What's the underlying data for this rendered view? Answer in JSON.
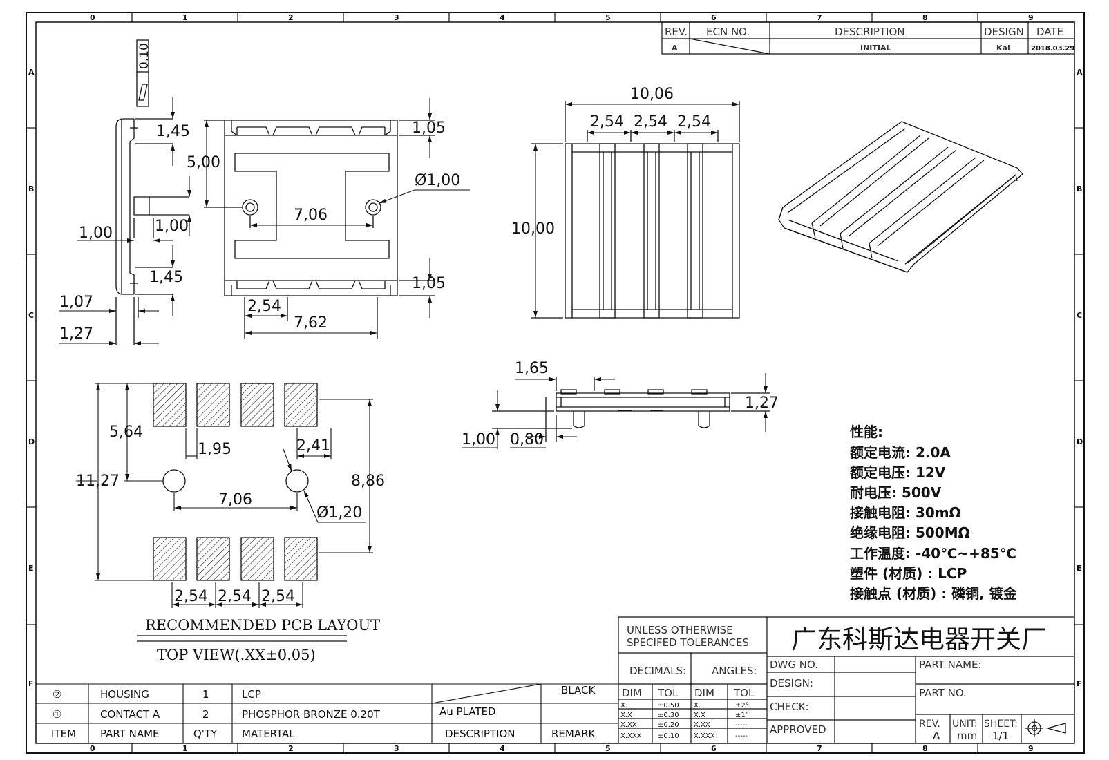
{
  "grid": {
    "columns": [
      "0",
      "1",
      "2",
      "3",
      "4",
      "5",
      "6",
      "7",
      "8",
      "9"
    ],
    "rows": [
      "A",
      "B",
      "C",
      "D",
      "E",
      "F"
    ]
  },
  "revision_table": {
    "headers": [
      "REV.",
      "ECN NO.",
      "DESCRIPTION",
      "DESIGN",
      "DATE"
    ],
    "row": {
      "rev": "A",
      "ecn": "",
      "description": "INITIAL",
      "design": "Kai",
      "date": "2018.03.29"
    }
  },
  "dimensions": {
    "side_view": {
      "flatness": "0.10",
      "top_gap": "1,45",
      "pin_width_left": "1,00",
      "pin_width_right": "1,00",
      "bottom_gap": "1,45",
      "thickness_inner": "1,07",
      "thickness_outer": "1,27"
    },
    "top_view": {
      "height": "5,00",
      "top_tab": "1,05",
      "hole_diameter": "Ø1,00",
      "hole_spacing": "7,06",
      "bottom_tab": "1,05",
      "pitch": "2,54",
      "span": "7,62"
    },
    "front_view": {
      "overall_width": "10,06",
      "pitch_1": "2,54",
      "pitch_2": "2,54",
      "pitch_3": "2,54",
      "overall_height": "10,00"
    },
    "profile_view": {
      "overhang": "1,65",
      "thickness": "1,27",
      "peg_height": "1,00",
      "peg_width": "0,80"
    },
    "pcb_layout": {
      "overall_height": "11,27",
      "hole_offset": "5,64",
      "pad_gap": "1,95",
      "pad_offset": "2,41",
      "pad_span": "8,86",
      "hole_spacing": "7,06",
      "hole_diameter": "Ø1,20",
      "pitch_1": "2,54",
      "pitch_2": "2,54",
      "pitch_3": "2,54"
    }
  },
  "pcb_caption": {
    "title": "RECOMMENDED PCB LAYOUT",
    "subtitle": "TOP VIEW(.XX±0.05)"
  },
  "specs": {
    "heading": "性能:",
    "lines": [
      "额定电流: 2.0A",
      "额定电压: 12V",
      "耐电压: 500V",
      "接触电阻: 30mΩ",
      "绝缘电阻: 500MΩ",
      "工作温度: -40℃~+85℃",
      "塑件 (材质) : LCP",
      "接触点 (材质) : 磷铜, 镀金"
    ]
  },
  "title_block": {
    "tolerance_note_1": "UNLESS OTHERWISE",
    "tolerance_note_2": "SPECIFED TOLERANCES",
    "company": "广东科斯达电器开关厂",
    "decimals_label": "DECIMALS:",
    "angles_label": "ANGLES:",
    "dim_header": "DIM",
    "tol_header": "TOL",
    "decimals": [
      {
        "dim": "X.",
        "tol": "±0.50"
      },
      {
        "dim": "X.X",
        "tol": "±0.30"
      },
      {
        "dim": "X.XX",
        "tol": "±0.20"
      },
      {
        "dim": "X.XXX",
        "tol": "±0.10"
      }
    ],
    "angles": [
      {
        "dim": "X.",
        "tol": "±2°"
      },
      {
        "dim": "X.X",
        "tol": "±1°"
      },
      {
        "dim": "X.XX",
        "tol": "-----"
      },
      {
        "dim": "X.XXX",
        "tol": "-----"
      }
    ],
    "dwg_no_label": "DWG NO.",
    "design_label": "DESIGN:",
    "check_label": "CHECK:",
    "approved_label": "APPROVED",
    "part_name_label": "PART NAME:",
    "part_no_label": "PART NO.",
    "rev_label": "REV.",
    "rev_value": "A",
    "unit_label": "UNIT:",
    "unit_value": "mm",
    "sheet_label": "SHEET:",
    "sheet_value": "1/1"
  },
  "bom": {
    "headers": {
      "item": "ITEM",
      "part_name": "PART NAME",
      "qty": "Q'TY",
      "material": "MATERTAL",
      "description": "DESCRIPTION",
      "remark": "REMARK"
    },
    "rows": [
      {
        "item": "②",
        "part_name": "HOUSING",
        "qty": "1",
        "material": "LCP",
        "description": "",
        "remark": "BLACK"
      },
      {
        "item": "①",
        "part_name": "CONTACT A",
        "qty": "2",
        "material": "PHOSPHOR BRONZE 0.20T",
        "description": "Au PLATED",
        "remark": ""
      }
    ]
  }
}
